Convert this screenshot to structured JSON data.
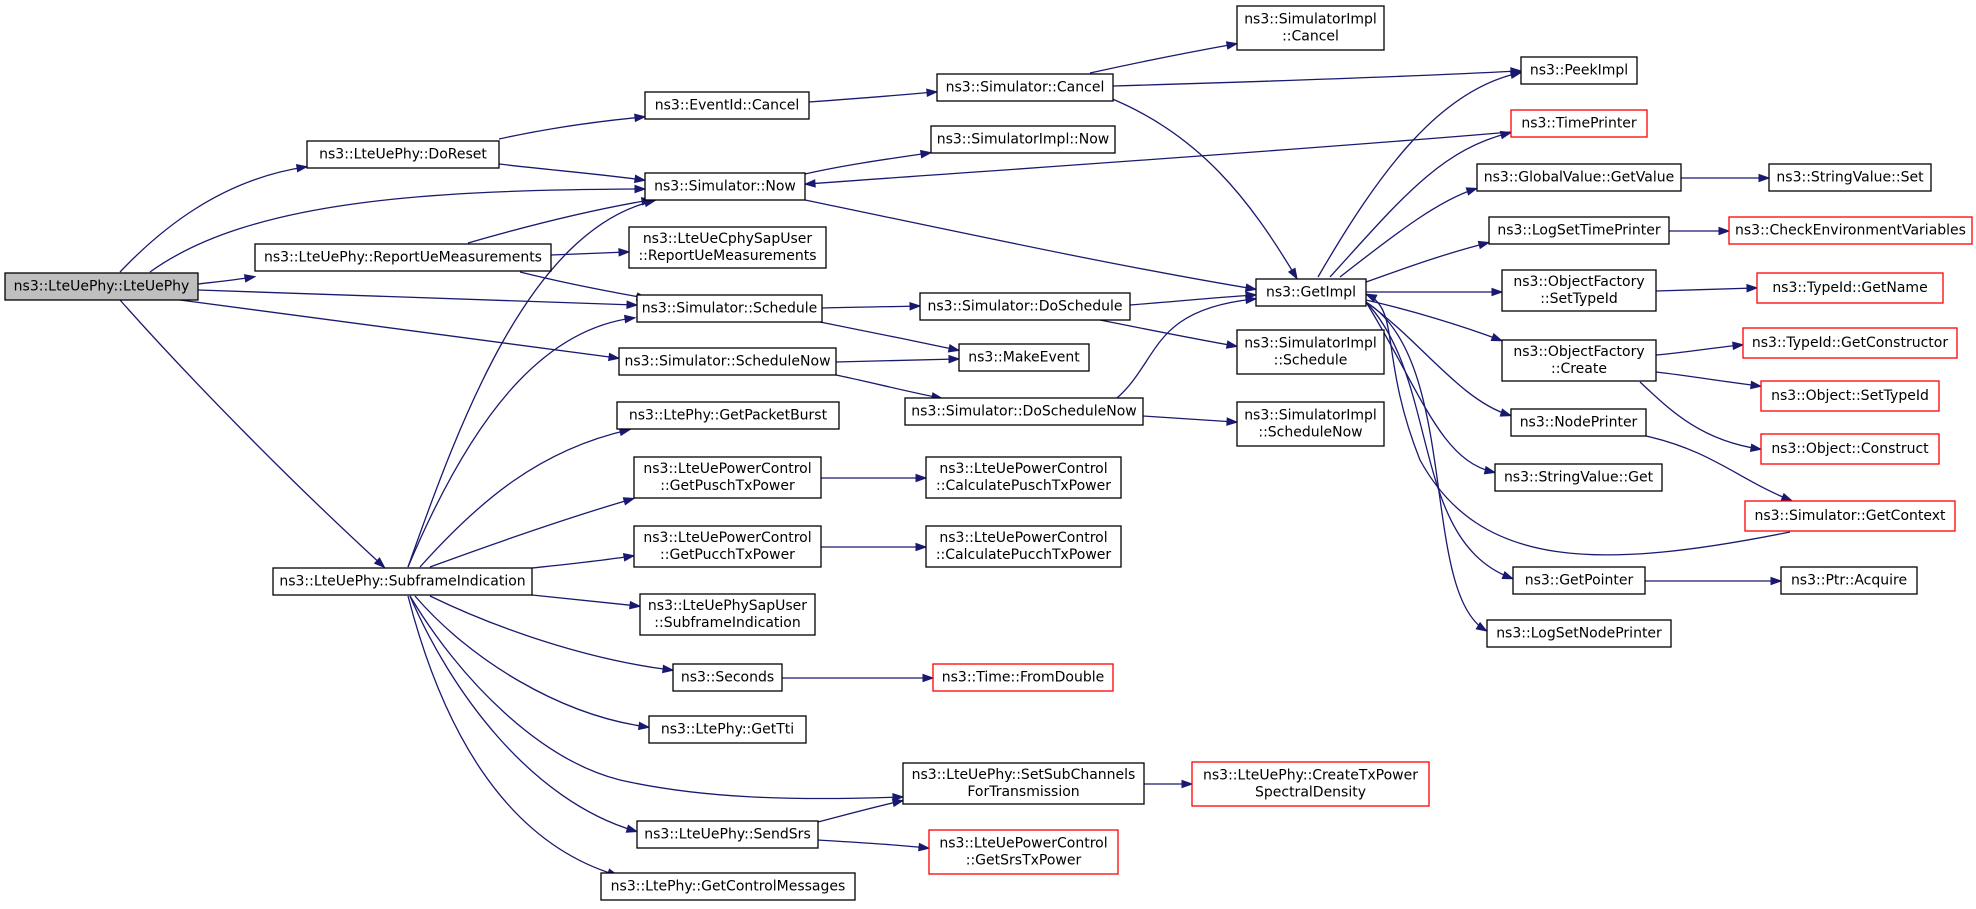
{
  "colors": {
    "edge": "#191970",
    "node_border": "#000000",
    "node_border_truncated": "#ff0000",
    "root_fill": "#bfbfbf",
    "background": "#ffffff"
  },
  "nodes": [
    {
      "id": "LteUePhy_LteUePhy",
      "lines": [
        "ns3::LteUePhy::LteUePhy"
      ],
      "style": "root"
    },
    {
      "id": "LteUePhy_DoReset",
      "lines": [
        "ns3::LteUePhy::DoReset"
      ],
      "style": "normal"
    },
    {
      "id": "LteUePhy_ReportUeMeasurements",
      "lines": [
        "ns3::LteUePhy::ReportUeMeasurements"
      ],
      "style": "normal"
    },
    {
      "id": "LteUePhy_SubframeIndication",
      "lines": [
        "ns3::LteUePhy::SubframeIndication"
      ],
      "style": "normal"
    },
    {
      "id": "EventId_Cancel",
      "lines": [
        "ns3::EventId::Cancel"
      ],
      "style": "normal"
    },
    {
      "id": "Simulator_Now",
      "lines": [
        "ns3::Simulator::Now"
      ],
      "style": "normal"
    },
    {
      "id": "LteUeCphySapUser_ReportUeMeasurements",
      "lines": [
        "ns3::LteUeCphySapUser",
        "::ReportUeMeasurements"
      ],
      "style": "normal"
    },
    {
      "id": "Simulator_Schedule",
      "lines": [
        "ns3::Simulator::Schedule"
      ],
      "style": "normal"
    },
    {
      "id": "Simulator_ScheduleNow",
      "lines": [
        "ns3::Simulator::ScheduleNow"
      ],
      "style": "normal"
    },
    {
      "id": "LtePhy_GetPacketBurst",
      "lines": [
        "ns3::LtePhy::GetPacketBurst"
      ],
      "style": "normal"
    },
    {
      "id": "LteUePowerControl_GetPuschTxPower",
      "lines": [
        "ns3::LteUePowerControl",
        "::GetPuschTxPower"
      ],
      "style": "normal"
    },
    {
      "id": "LteUePowerControl_GetPucchTxPower",
      "lines": [
        "ns3::LteUePowerControl",
        "::GetPucchTxPower"
      ],
      "style": "normal"
    },
    {
      "id": "LteUePhySapUser_SubframeIndication",
      "lines": [
        "ns3::LteUePhySapUser",
        "::SubframeIndication"
      ],
      "style": "normal"
    },
    {
      "id": "Seconds",
      "lines": [
        "ns3::Seconds"
      ],
      "style": "normal"
    },
    {
      "id": "LtePhy_GetTti",
      "lines": [
        "ns3::LtePhy::GetTti"
      ],
      "style": "normal"
    },
    {
      "id": "LteUePhy_SendSrs",
      "lines": [
        "ns3::LteUePhy::SendSrs"
      ],
      "style": "normal"
    },
    {
      "id": "LtePhy_GetControlMessages",
      "lines": [
        "ns3::LtePhy::GetControlMessages"
      ],
      "style": "normal"
    },
    {
      "id": "Simulator_Cancel",
      "lines": [
        "ns3::Simulator::Cancel"
      ],
      "style": "normal"
    },
    {
      "id": "SimulatorImpl_Now",
      "lines": [
        "ns3::SimulatorImpl::Now"
      ],
      "style": "normal"
    },
    {
      "id": "Simulator_DoSchedule",
      "lines": [
        "ns3::Simulator::DoSchedule"
      ],
      "style": "normal"
    },
    {
      "id": "MakeEvent",
      "lines": [
        "ns3::MakeEvent"
      ],
      "style": "normal"
    },
    {
      "id": "Simulator_DoScheduleNow",
      "lines": [
        "ns3::Simulator::DoScheduleNow"
      ],
      "style": "normal"
    },
    {
      "id": "LteUePowerControl_CalculatePuschTxPower",
      "lines": [
        "ns3::LteUePowerControl",
        "::CalculatePuschTxPower"
      ],
      "style": "normal"
    },
    {
      "id": "LteUePowerControl_CalculatePucchTxPower",
      "lines": [
        "ns3::LteUePowerControl",
        "::CalculatePucchTxPower"
      ],
      "style": "normal"
    },
    {
      "id": "Time_FromDouble",
      "lines": [
        "ns3::Time::FromDouble"
      ],
      "style": "truncated"
    },
    {
      "id": "LteUePhy_SetSubChannelsForTransmission",
      "lines": [
        "ns3::LteUePhy::SetSubChannels",
        "ForTransmission"
      ],
      "style": "normal"
    },
    {
      "id": "LteUePowerControl_GetSrsTxPower",
      "lines": [
        "ns3::LteUePowerControl",
        "::GetSrsTxPower"
      ],
      "style": "truncated"
    },
    {
      "id": "SimulatorImpl_Cancel",
      "lines": [
        "ns3::SimulatorImpl",
        "::Cancel"
      ],
      "style": "normal"
    },
    {
      "id": "GetImpl",
      "lines": [
        "ns3::GetImpl"
      ],
      "style": "normal"
    },
    {
      "id": "SimulatorImpl_Schedule",
      "lines": [
        "ns3::SimulatorImpl",
        "::Schedule"
      ],
      "style": "normal"
    },
    {
      "id": "SimulatorImpl_ScheduleNow",
      "lines": [
        "ns3::SimulatorImpl",
        "::ScheduleNow"
      ],
      "style": "normal"
    },
    {
      "id": "LteUePhy_CreateTxPowerSpectralDensity",
      "lines": [
        "ns3::LteUePhy::CreateTxPower",
        "SpectralDensity"
      ],
      "style": "truncated"
    },
    {
      "id": "PeekImpl",
      "lines": [
        "ns3::PeekImpl"
      ],
      "style": "normal"
    },
    {
      "id": "TimePrinter",
      "lines": [
        "ns3::TimePrinter"
      ],
      "style": "truncated"
    },
    {
      "id": "GlobalValue_GetValue",
      "lines": [
        "ns3::GlobalValue::GetValue"
      ],
      "style": "normal"
    },
    {
      "id": "LogSetTimePrinter",
      "lines": [
        "ns3::LogSetTimePrinter"
      ],
      "style": "normal"
    },
    {
      "id": "ObjectFactory_SetTypeId",
      "lines": [
        "ns3::ObjectFactory",
        "::SetTypeId"
      ],
      "style": "normal"
    },
    {
      "id": "ObjectFactory_Create",
      "lines": [
        "ns3::ObjectFactory",
        "::Create"
      ],
      "style": "normal"
    },
    {
      "id": "NodePrinter",
      "lines": [
        "ns3::NodePrinter"
      ],
      "style": "normal"
    },
    {
      "id": "StringValue_Get",
      "lines": [
        "ns3::StringValue::Get"
      ],
      "style": "normal"
    },
    {
      "id": "GetPointer",
      "lines": [
        "ns3::GetPointer"
      ],
      "style": "normal"
    },
    {
      "id": "LogSetNodePrinter",
      "lines": [
        "ns3::LogSetNodePrinter"
      ],
      "style": "normal"
    },
    {
      "id": "StringValue_Set",
      "lines": [
        "ns3::StringValue::Set"
      ],
      "style": "normal"
    },
    {
      "id": "CheckEnvironmentVariables",
      "lines": [
        "ns3::CheckEnvironmentVariables"
      ],
      "style": "truncated"
    },
    {
      "id": "TypeId_GetName",
      "lines": [
        "ns3::TypeId::GetName"
      ],
      "style": "truncated"
    },
    {
      "id": "TypeId_GetConstructor",
      "lines": [
        "ns3::TypeId::GetConstructor"
      ],
      "style": "truncated"
    },
    {
      "id": "Object_SetTypeId",
      "lines": [
        "ns3::Object::SetTypeId"
      ],
      "style": "truncated"
    },
    {
      "id": "Object_Construct",
      "lines": [
        "ns3::Object::Construct"
      ],
      "style": "truncated"
    },
    {
      "id": "Simulator_GetContext",
      "lines": [
        "ns3::Simulator::GetContext"
      ],
      "style": "truncated"
    },
    {
      "id": "Ptr_Acquire",
      "lines": [
        "ns3::Ptr::Acquire"
      ],
      "style": "normal"
    }
  ],
  "edges": [
    {
      "from": "LteUePhy_LteUePhy",
      "to": "LteUePhy_DoReset"
    },
    {
      "from": "LteUePhy_LteUePhy",
      "to": "Simulator_Now"
    },
    {
      "from": "LteUePhy_LteUePhy",
      "to": "LteUePhy_ReportUeMeasurements"
    },
    {
      "from": "LteUePhy_LteUePhy",
      "to": "Simulator_Schedule"
    },
    {
      "from": "LteUePhy_LteUePhy",
      "to": "Simulator_ScheduleNow"
    },
    {
      "from": "LteUePhy_LteUePhy",
      "to": "LteUePhy_SubframeIndication"
    },
    {
      "from": "LteUePhy_DoReset",
      "to": "EventId_Cancel"
    },
    {
      "from": "LteUePhy_DoReset",
      "to": "Simulator_Now"
    },
    {
      "from": "LteUePhy_ReportUeMeasurements",
      "to": "Simulator_Now"
    },
    {
      "from": "LteUePhy_ReportUeMeasurements",
      "to": "LteUeCphySapUser_ReportUeMeasurements"
    },
    {
      "from": "LteUePhy_ReportUeMeasurements",
      "to": "Simulator_Schedule"
    },
    {
      "from": "LteUePhy_SubframeIndication",
      "to": "Simulator_Now"
    },
    {
      "from": "LteUePhy_SubframeIndication",
      "to": "Simulator_Schedule"
    },
    {
      "from": "LteUePhy_SubframeIndication",
      "to": "LtePhy_GetPacketBurst"
    },
    {
      "from": "LteUePhy_SubframeIndication",
      "to": "LteUePowerControl_GetPuschTxPower"
    },
    {
      "from": "LteUePhy_SubframeIndication",
      "to": "LteUePowerControl_GetPucchTxPower"
    },
    {
      "from": "LteUePhy_SubframeIndication",
      "to": "LteUePhySapUser_SubframeIndication"
    },
    {
      "from": "LteUePhy_SubframeIndication",
      "to": "Seconds"
    },
    {
      "from": "LteUePhy_SubframeIndication",
      "to": "LtePhy_GetTti"
    },
    {
      "from": "LteUePhy_SubframeIndication",
      "to": "LteUePhy_SetSubChannelsForTransmission"
    },
    {
      "from": "LteUePhy_SubframeIndication",
      "to": "LteUePhy_SendSrs"
    },
    {
      "from": "LteUePhy_SubframeIndication",
      "to": "LtePhy_GetControlMessages"
    },
    {
      "from": "EventId_Cancel",
      "to": "Simulator_Cancel"
    },
    {
      "from": "Simulator_Now",
      "to": "SimulatorImpl_Now"
    },
    {
      "from": "Simulator_Now",
      "to": "GetImpl"
    },
    {
      "from": "Simulator_Schedule",
      "to": "Simulator_DoSchedule"
    },
    {
      "from": "Simulator_Schedule",
      "to": "MakeEvent"
    },
    {
      "from": "Simulator_ScheduleNow",
      "to": "MakeEvent"
    },
    {
      "from": "Simulator_ScheduleNow",
      "to": "Simulator_DoScheduleNow"
    },
    {
      "from": "LteUePowerControl_GetPuschTxPower",
      "to": "LteUePowerControl_CalculatePuschTxPower"
    },
    {
      "from": "LteUePowerControl_GetPucchTxPower",
      "to": "LteUePowerControl_CalculatePucchTxPower"
    },
    {
      "from": "Seconds",
      "to": "Time_FromDouble"
    },
    {
      "from": "LteUePhy_SendSrs",
      "to": "LteUePhy_SetSubChannelsForTransmission"
    },
    {
      "from": "LteUePhy_SendSrs",
      "to": "LteUePowerControl_GetSrsTxPower"
    },
    {
      "from": "LteUePhy_SetSubChannelsForTransmission",
      "to": "LteUePhy_CreateTxPowerSpectralDensity"
    },
    {
      "from": "Simulator_Cancel",
      "to": "SimulatorImpl_Cancel"
    },
    {
      "from": "Simulator_Cancel",
      "to": "PeekImpl"
    },
    {
      "from": "Simulator_Cancel",
      "to": "GetImpl"
    },
    {
      "from": "Simulator_DoSchedule",
      "to": "GetImpl"
    },
    {
      "from": "Simulator_DoSchedule",
      "to": "SimulatorImpl_Schedule"
    },
    {
      "from": "Simulator_DoScheduleNow",
      "to": "GetImpl"
    },
    {
      "from": "Simulator_DoScheduleNow",
      "to": "SimulatorImpl_ScheduleNow"
    },
    {
      "from": "TimePrinter",
      "to": "Simulator_Now"
    },
    {
      "from": "GetImpl",
      "to": "PeekImpl"
    },
    {
      "from": "GetImpl",
      "to": "TimePrinter"
    },
    {
      "from": "GetImpl",
      "to": "GlobalValue_GetValue"
    },
    {
      "from": "GetImpl",
      "to": "LogSetTimePrinter"
    },
    {
      "from": "GetImpl",
      "to": "ObjectFactory_SetTypeId"
    },
    {
      "from": "GetImpl",
      "to": "ObjectFactory_Create"
    },
    {
      "from": "GetImpl",
      "to": "NodePrinter"
    },
    {
      "from": "GetImpl",
      "to": "StringValue_Get"
    },
    {
      "from": "GetImpl",
      "to": "GetPointer"
    },
    {
      "from": "GetImpl",
      "to": "LogSetNodePrinter"
    },
    {
      "from": "Simulator_GetContext",
      "to": "GetImpl"
    },
    {
      "from": "GlobalValue_GetValue",
      "to": "StringValue_Set"
    },
    {
      "from": "LogSetTimePrinter",
      "to": "CheckEnvironmentVariables"
    },
    {
      "from": "ObjectFactory_SetTypeId",
      "to": "TypeId_GetName"
    },
    {
      "from": "ObjectFactory_Create",
      "to": "TypeId_GetConstructor"
    },
    {
      "from": "ObjectFactory_Create",
      "to": "Object_SetTypeId"
    },
    {
      "from": "ObjectFactory_Create",
      "to": "Object_Construct"
    },
    {
      "from": "NodePrinter",
      "to": "Simulator_GetContext"
    },
    {
      "from": "GetPointer",
      "to": "Ptr_Acquire"
    }
  ]
}
